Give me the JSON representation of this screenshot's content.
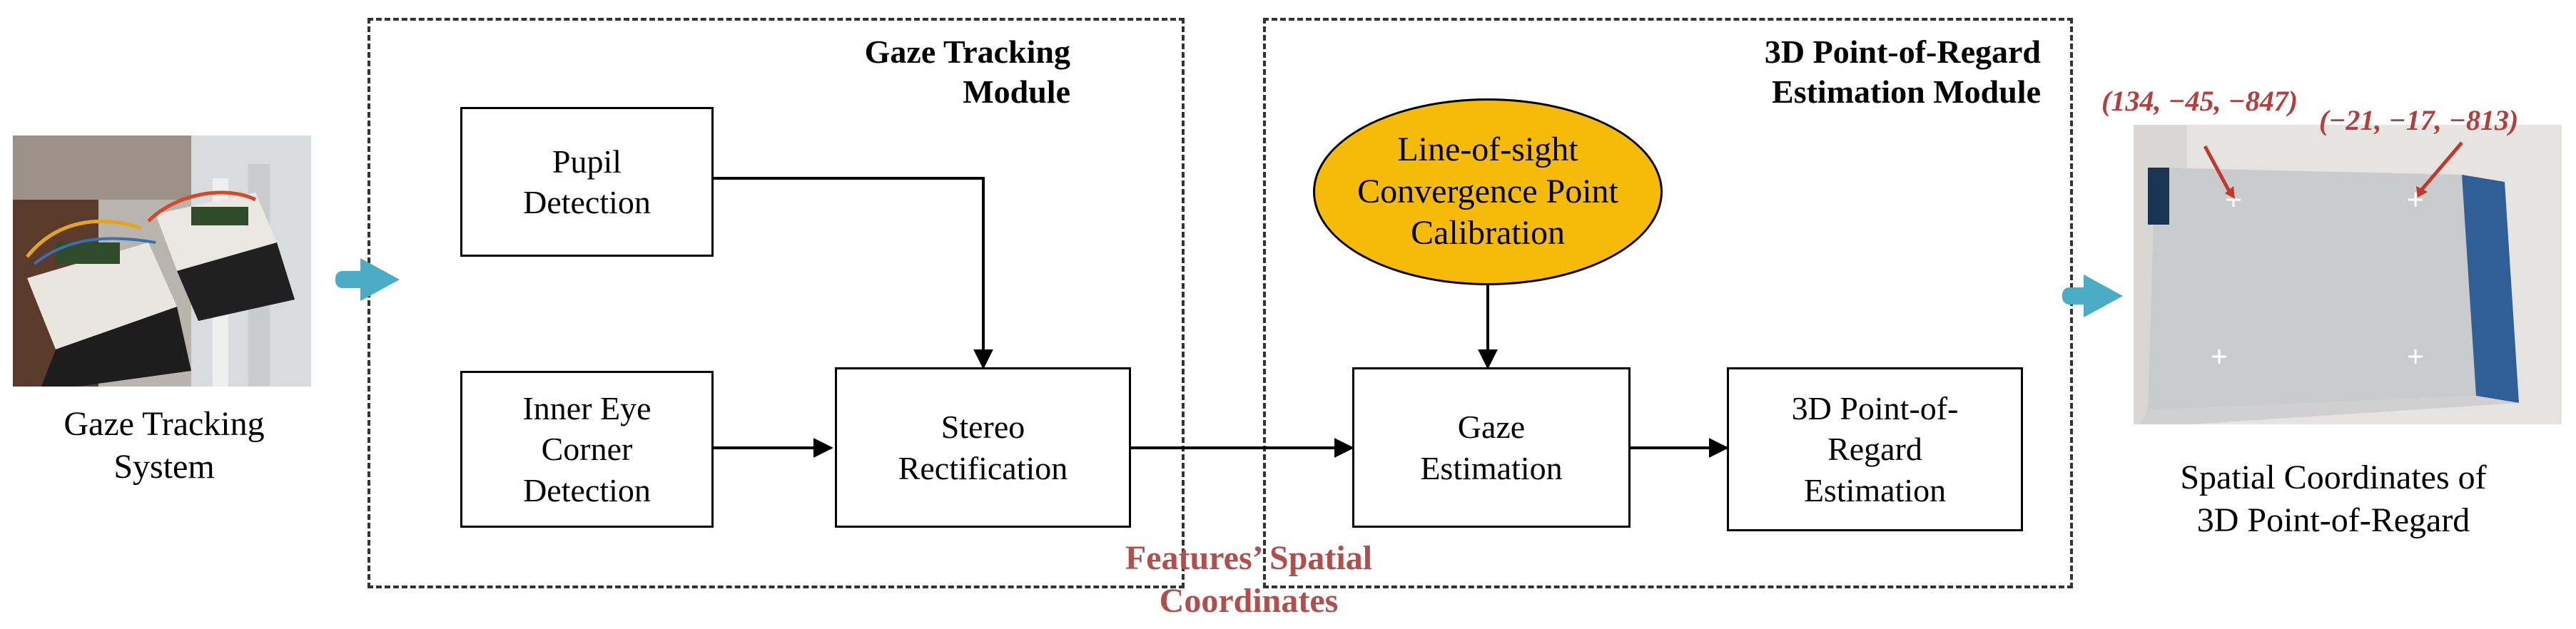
{
  "left_system": {
    "caption": "Gaze Tracking\nSystem"
  },
  "gaze_module": {
    "title": "Gaze Tracking\nModule"
  },
  "por_module": {
    "title": "3D Point-of-Regard\nEstimation Module"
  },
  "boxes": {
    "pupil": "Pupil\nDetection",
    "inner_eye": "Inner Eye\nCorner\nDetection",
    "stereo": "Stereo\nRectification",
    "gaze_est": "Gaze\nEstimation",
    "por_est": "3D Point-of-\nRegard\nEstimation"
  },
  "calibration": "Line-of-sight\nConvergence Point\nCalibration",
  "features_label": {
    "line1": "Features’  Spatial",
    "line2": "Coordinates"
  },
  "right_result": {
    "caption": "Spatial Coordinates of\n3D Point-of-Regard",
    "coord_a": "(134, −45, −847)",
    "coord_b": "(−21, −17, −813)"
  },
  "colors": {
    "arrow_accent": "#4bacc6",
    "calibration_fill": "#f6ba09",
    "label_red": "#b0504d"
  }
}
